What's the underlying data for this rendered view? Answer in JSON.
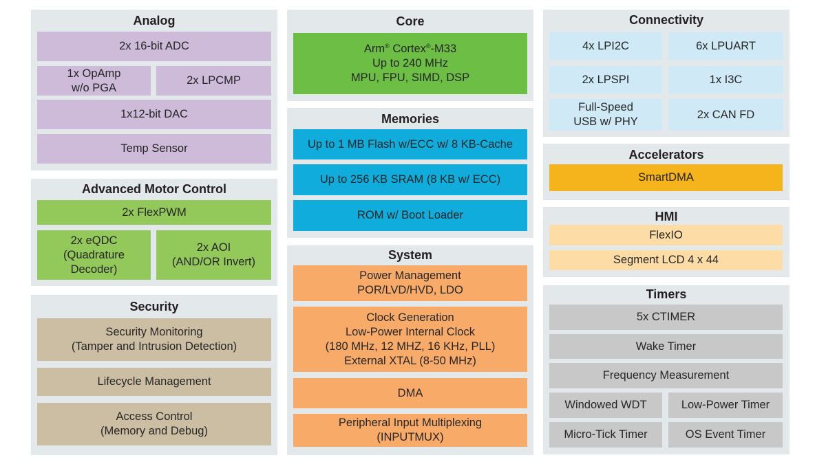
{
  "groups": {
    "analog": {
      "title": "Analog",
      "blocks": [
        "2x 16-bit ADC",
        "1x OpAmp\nw/o PGA",
        "2x LPCMP",
        "1x12-bit DAC",
        "Temp Sensor"
      ]
    },
    "motor": {
      "title": "Advanced Motor Control",
      "blocks": [
        "2x FlexPWM",
        "2x eQDC\n(Quadrature\nDecoder)",
        "2x AOI\n(AND/OR Invert)"
      ]
    },
    "security": {
      "title": "Security",
      "blocks": [
        "Security Monitoring\n(Tamper and Intrusion Detection)",
        "Lifecycle Management",
        "Access Control\n(Memory and Debug)"
      ]
    },
    "core": {
      "title": "Core",
      "line1_a": "Arm",
      "line1_sup1": "®",
      "line1_b": " Cortex",
      "line1_sup2": "®",
      "line1_c": "-M33",
      "line2": "Up to 240 MHz",
      "line3": "MPU, FPU, SIMD, DSP"
    },
    "memories": {
      "title": "Memories",
      "blocks": [
        "Up to 1 MB Flash w/ECC w/ 8 KB-Cache",
        "Up to 256 KB SRAM (8 KB w/ ECC)",
        "ROM w/ Boot Loader"
      ]
    },
    "system": {
      "title": "System",
      "blocks": [
        "Power Management\nPOR/LVD/HVD, LDO",
        "Clock Generation\nLow-Power Internal Clock\n(180 MHz, 12 MHZ, 16 KHz, PLL)\nExternal XTAL (8-50 MHz)",
        "DMA",
        "Peripheral Input Multiplexing\n(INPUTMUX)"
      ]
    },
    "connectivity": {
      "title": "Connectivity",
      "blocks": [
        "4x LPI2C",
        "6x LPUART",
        "2x LPSPI",
        "1x I3C",
        "Full-Speed\nUSB w/ PHY",
        "2x CAN FD"
      ]
    },
    "accelerators": {
      "title": "Accelerators",
      "blocks": [
        "SmartDMA"
      ]
    },
    "hmi": {
      "title": "HMI",
      "blocks": [
        "FlexIO",
        "Segment LCD 4 x 44"
      ]
    },
    "timers": {
      "title": "Timers",
      "blocks": [
        "5x CTIMER",
        "Wake Timer",
        "Frequency Measurement",
        "Windowed WDT",
        "Low-Power Timer",
        "Micro-Tick Timer",
        "OS Event Timer"
      ]
    }
  },
  "colors": {
    "group_bg": "#e3e8ea",
    "analog": "#cdbbd9",
    "core": "#6dbe45",
    "memories": "#10acdc",
    "system": "#f8aa68",
    "connectivity": "#cfeaf6",
    "accelerators": "#f5b31c",
    "hmi": "#fddca5",
    "timers": "#c8c8c8",
    "motor": "#93c85a",
    "security": "#ccbea3"
  }
}
